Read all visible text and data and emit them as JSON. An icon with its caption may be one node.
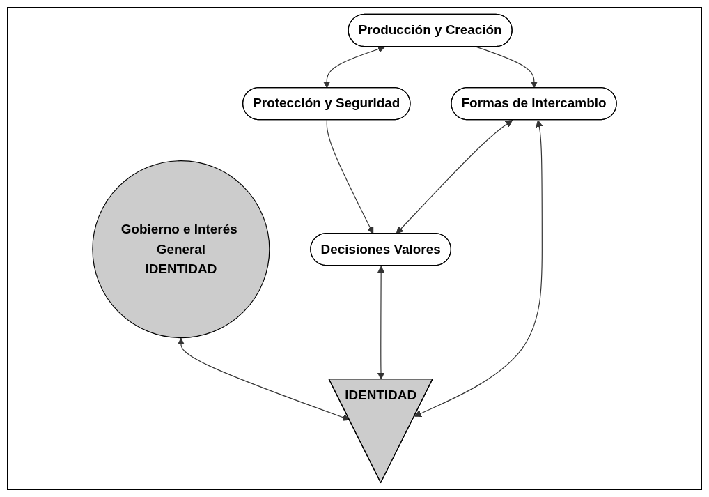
{
  "diagram": {
    "nodes": [
      {
        "text": [
          "Producción y Creación"
        ]
      },
      {
        "text": [
          "Protección y Seguridad"
        ]
      },
      {
        "text": [
          "Gobierno e Interés General",
          "IDENTIDAD"
        ]
      },
      {
        "text": [
          "Formas de Intercambio"
        ]
      },
      {
        "text": [
          "Decisiones Valores"
        ]
      },
      {
        "text": [
          "IDENTIDAD"
        ]
      }
    ],
    "edges": [
      {
        "from": 0,
        "to": 1,
        "arrow": "both"
      },
      {
        "from": 0,
        "to": 3,
        "arrow": "to"
      },
      {
        "from": 1,
        "to": 4,
        "arrow": "to"
      },
      {
        "from": 3,
        "to": 4,
        "arrow": "both"
      },
      {
        "from": 3,
        "to": 5,
        "arrow": "both"
      },
      {
        "from": 2,
        "to": 5,
        "arrow": "both"
      },
      {
        "from": 4,
        "to": 5,
        "arrow": "both"
      }
    ]
  }
}
